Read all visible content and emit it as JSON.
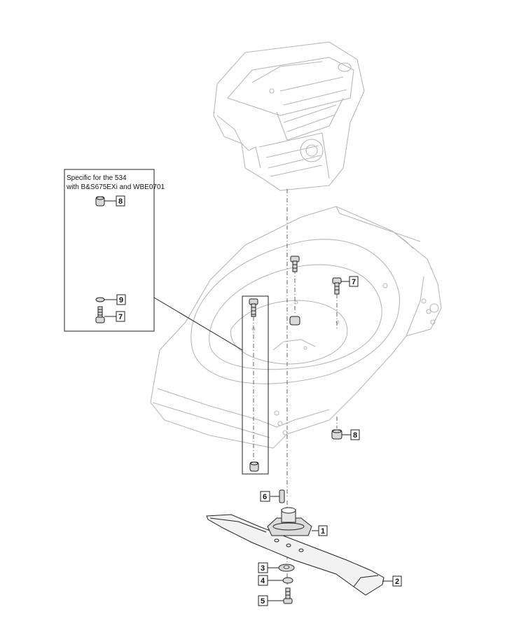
{
  "inset": {
    "note_line1": "Specific for the 534",
    "note_line2": "with B&S675EXi and WBE0701"
  },
  "callouts": {
    "c1": "1",
    "c2": "2",
    "c3": "3",
    "c4": "4",
    "c5": "5",
    "c6": "6",
    "c7_inset": "7",
    "c7_deck": "7",
    "c8_inset": "8",
    "c8_deck": "8",
    "c9_inset": "9"
  }
}
